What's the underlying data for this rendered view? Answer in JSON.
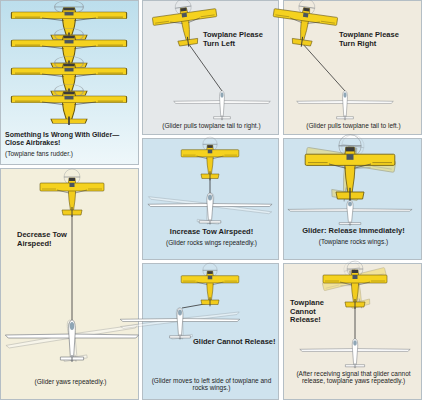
{
  "diagram": {
    "nodes": [
      {
        "text": [
          "Something Is Wrong With Glider— Close Airbrakes!",
          "(Towplane fans rudder.)"
        ]
      },
      {
        "text": [
          "Towplane Please Turn Left",
          "(Glider pulls towplane tail to right.)"
        ]
      },
      {
        "text": [
          "Towplane Please Turn Right",
          "(Glider pulls towplane tail to left.)"
        ]
      },
      {
        "text": [
          "Decrease Tow Airspeed!",
          "(Glider yaws repeatedly.)"
        ]
      },
      {
        "text": [
          "Increase Tow Airspeed!",
          "(Glider rocks wings repeatedly.)"
        ]
      },
      {
        "text": [
          "Glider: Release Immediately!",
          "(Towplane rocks wings.)"
        ]
      },
      {
        "text": [
          "Glider Cannot Release!",
          "(Glider moves to left side of towplane and rocks wings.)"
        ]
      },
      {
        "text": [
          "Towplane Cannot Release!",
          "(After receiving signal that glider cannot release, towplane yaws repeatedly.)"
        ]
      }
    ]
  }
}
